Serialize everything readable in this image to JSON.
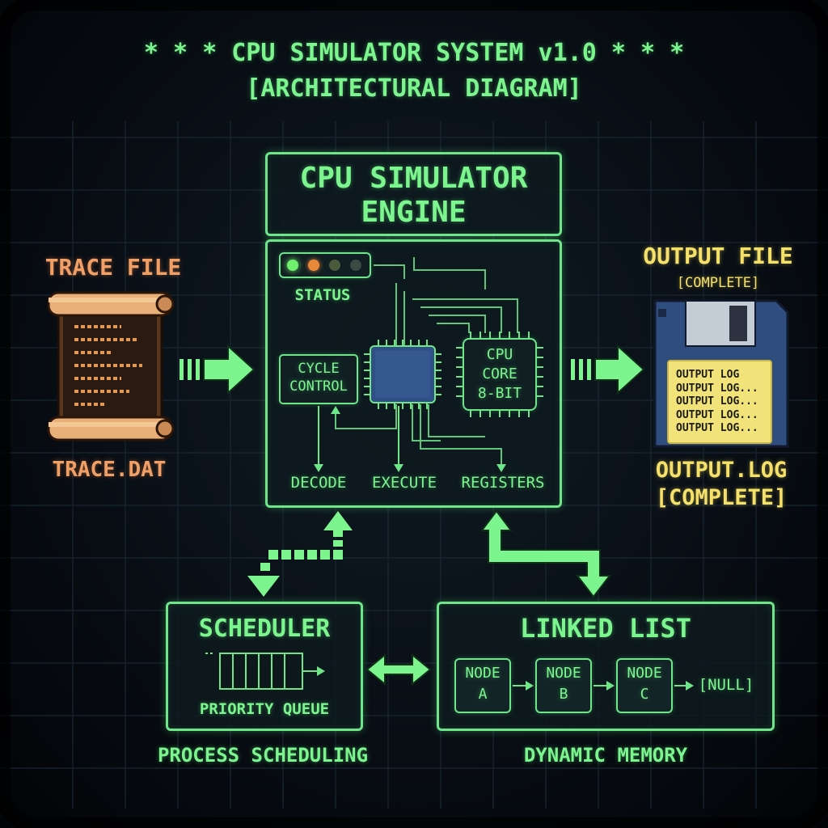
{
  "header": {
    "title": "* * * CPU SIMULATOR SYSTEM v1.0 * * *",
    "subtitle": "[ARCHITECTURAL DIAGRAM]"
  },
  "engine": {
    "title_line1": "CPU SIMULATOR",
    "title_line2": "ENGINE",
    "status_label": "STATUS",
    "cycle_control_line1": "CYCLE",
    "cycle_control_line2": "CONTROL",
    "cpu_core_line1": "CPU",
    "cpu_core_line2": "CORE",
    "cpu_core_line3": "8-BIT",
    "stages": [
      "DECODE",
      "EXECUTE",
      "REGISTERS"
    ]
  },
  "trace": {
    "title": "TRACE FILE",
    "filename": "TRACE.DAT"
  },
  "output": {
    "title": "OUTPUT FILE",
    "badge": "[COMPLETE]",
    "log_lines": [
      "OUTPUT LOG",
      "OUTPUT LOG...",
      "OUTPUT LOG...",
      "OUTPUT LOG...",
      "OUTPUT LOG..."
    ],
    "filename": "OUTPUT.LOG",
    "status": "[COMPLETE]"
  },
  "scheduler": {
    "title": "SCHEDULER",
    "queue_label": "PRIORITY QUEUE",
    "caption": "PROCESS SCHEDULING"
  },
  "linked_list": {
    "title": "LINKED LIST",
    "nodes": [
      {
        "line1": "NODE",
        "line2": "A"
      },
      {
        "line1": "NODE",
        "line2": "B"
      },
      {
        "line1": "NODE",
        "line2": "C"
      }
    ],
    "terminator": "[NULL]",
    "caption": "DYNAMIC MEMORY"
  },
  "colors": {
    "green": "#7cf58f",
    "orange": "#f0a066",
    "yellow": "#f5e06a",
    "background": "#0a1118"
  }
}
